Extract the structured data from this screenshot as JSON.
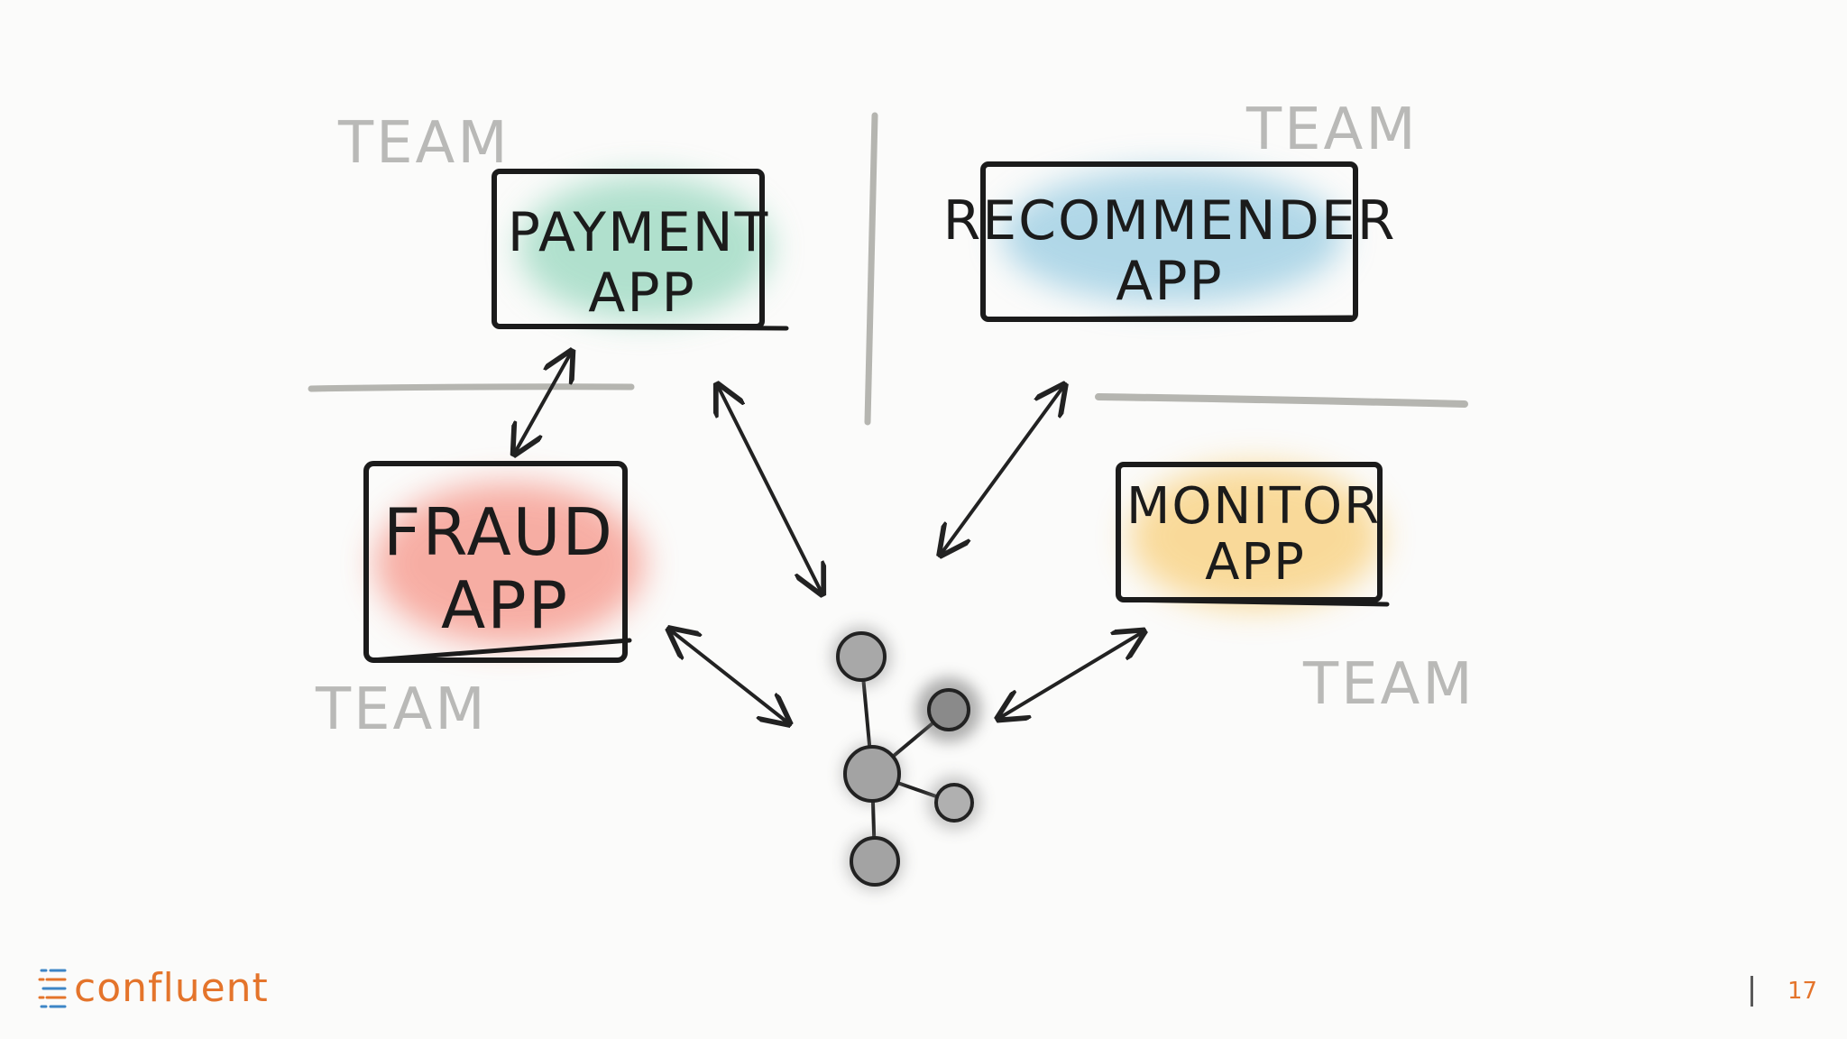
{
  "slide": {
    "team_label": "TEAM",
    "apps": {
      "payment": {
        "line1": "PAYMENT",
        "line2": "APP"
      },
      "recommender": {
        "line1": "RECOMMENDER",
        "line2": "APP"
      },
      "fraud": {
        "line1": "FRAUD",
        "line2": "APP"
      },
      "monitor": {
        "line1": "MONITOR",
        "line2": "APP"
      }
    },
    "colors": {
      "payment": "#7fcfb0",
      "recommender": "#7fc0dc",
      "fraud": "#f47a6a",
      "monitor": "#f8c45a",
      "node": "#8a8a8a",
      "divider": "#b5b5b0"
    }
  },
  "footer": {
    "logo_text": "confluent",
    "page_number": "17"
  }
}
